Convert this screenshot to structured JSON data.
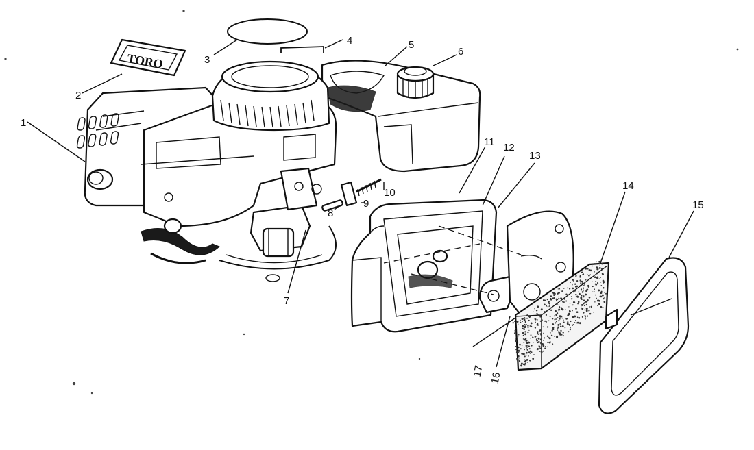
{
  "logo": {
    "text": "TORO"
  },
  "labels": [
    {
      "id": "1",
      "text": "1"
    },
    {
      "id": "2",
      "text": "2"
    },
    {
      "id": "3",
      "text": "3"
    },
    {
      "id": "4",
      "text": "4"
    },
    {
      "id": "5",
      "text": "5"
    },
    {
      "id": "6",
      "text": "6"
    },
    {
      "id": "7",
      "text": "7"
    },
    {
      "id": "8",
      "text": "8"
    },
    {
      "id": "9",
      "text": "9"
    },
    {
      "id": "10",
      "text": "10"
    },
    {
      "id": "11",
      "text": "11"
    },
    {
      "id": "12",
      "text": "12"
    },
    {
      "id": "13",
      "text": "13"
    },
    {
      "id": "14",
      "text": "14"
    },
    {
      "id": "15",
      "text": "15"
    },
    {
      "id": "16",
      "text": "16"
    },
    {
      "id": "17",
      "text": "17"
    }
  ]
}
